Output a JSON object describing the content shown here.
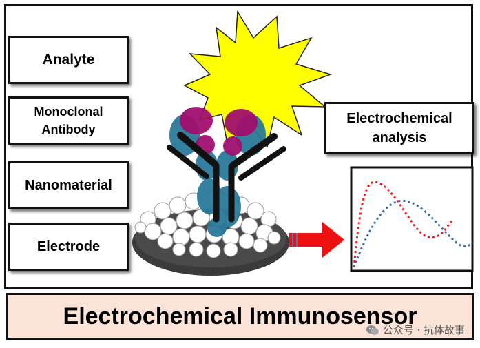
{
  "labels": {
    "analyte": "Analyte",
    "antibody_line1": "Monoclonal",
    "antibody_line2": "Antibody",
    "nanomaterial": "Nanomaterial",
    "electrode": "Electrode",
    "analysis_line1": "Electrochemical",
    "analysis_line2": "analysis"
  },
  "banner": {
    "title": "Electrochemical Immunosensor"
  },
  "watermark": {
    "text": "公众号 · 抗体故事",
    "icon": "wechat-icon"
  },
  "colors": {
    "analyte_fill": "#ffff00",
    "heavy_chain": "#2a7a99",
    "light_chain": "#a0106e",
    "antibody_symbol": "#111111",
    "nanoparticle": "#ffffff",
    "electrode": "#3a3a3a",
    "arrow": "#ee1111",
    "curve_red": "#ff1a1a",
    "curve_blue": "#3a6fb0",
    "banner_bg": "#fbe4d7"
  }
}
